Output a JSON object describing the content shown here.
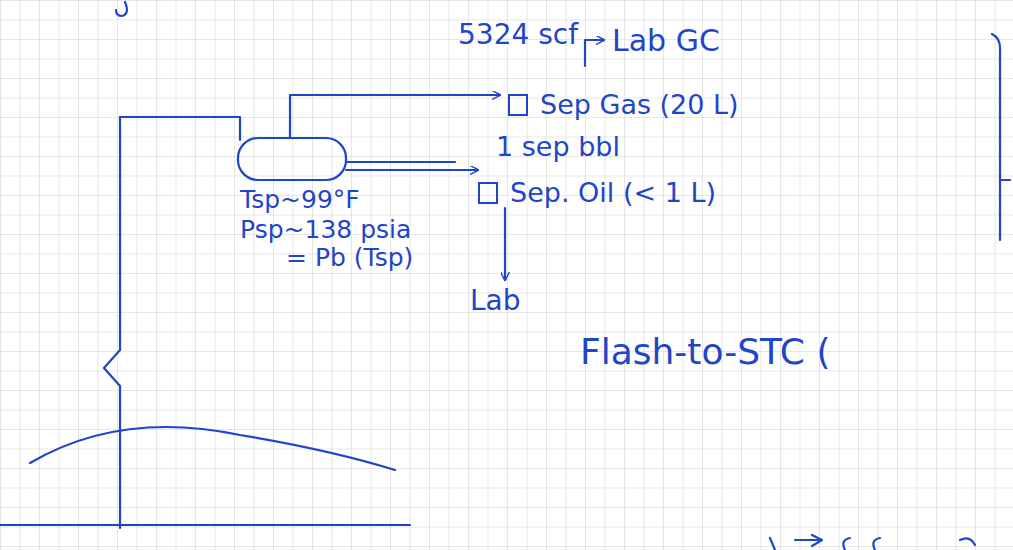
{
  "diagram": {
    "nodes": [
      {
        "text": [
          "Sep Gas (20 L)"
        ]
      },
      {
        "text": [
          "Sep. Oil (< 1 L)"
        ]
      }
    ],
    "labels": [
      "5324 scf",
      "Lab GC",
      "1 sep bbl",
      "Tsp~99°F",
      "Psp~138 psia",
      "= Pb (Tsp)",
      "Lab",
      "Flash-to-STC ("
    ]
  }
}
